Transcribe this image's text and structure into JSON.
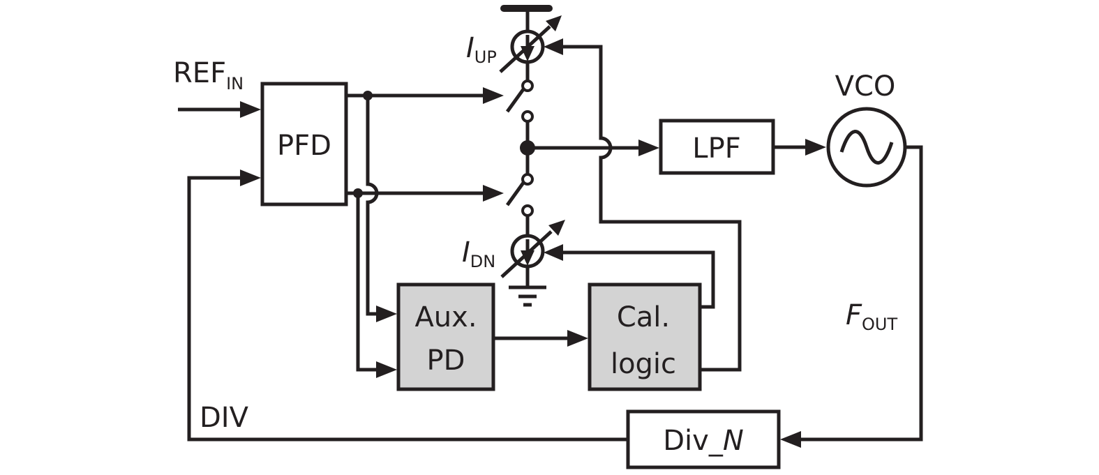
{
  "blocks": {
    "pfd": "PFD",
    "lpf": "LPF",
    "vco": "VCO",
    "aux_pd": [
      "Aux.",
      "PD"
    ],
    "cal_logic": [
      "Cal.",
      "logic"
    ],
    "div_n": {
      "prefix": "Div_",
      "italic": "N"
    }
  },
  "signals": {
    "ref_in": {
      "main": "REF",
      "sub": "IN"
    },
    "i_up": {
      "main": "I",
      "sub": "UP"
    },
    "i_dn": {
      "main": "I",
      "sub": "DN"
    },
    "f_out": {
      "main": "F",
      "sub": "OUT"
    },
    "div": "DIV"
  },
  "colors": {
    "line": "#231f20",
    "aux_fill": "#d3d3d3"
  }
}
